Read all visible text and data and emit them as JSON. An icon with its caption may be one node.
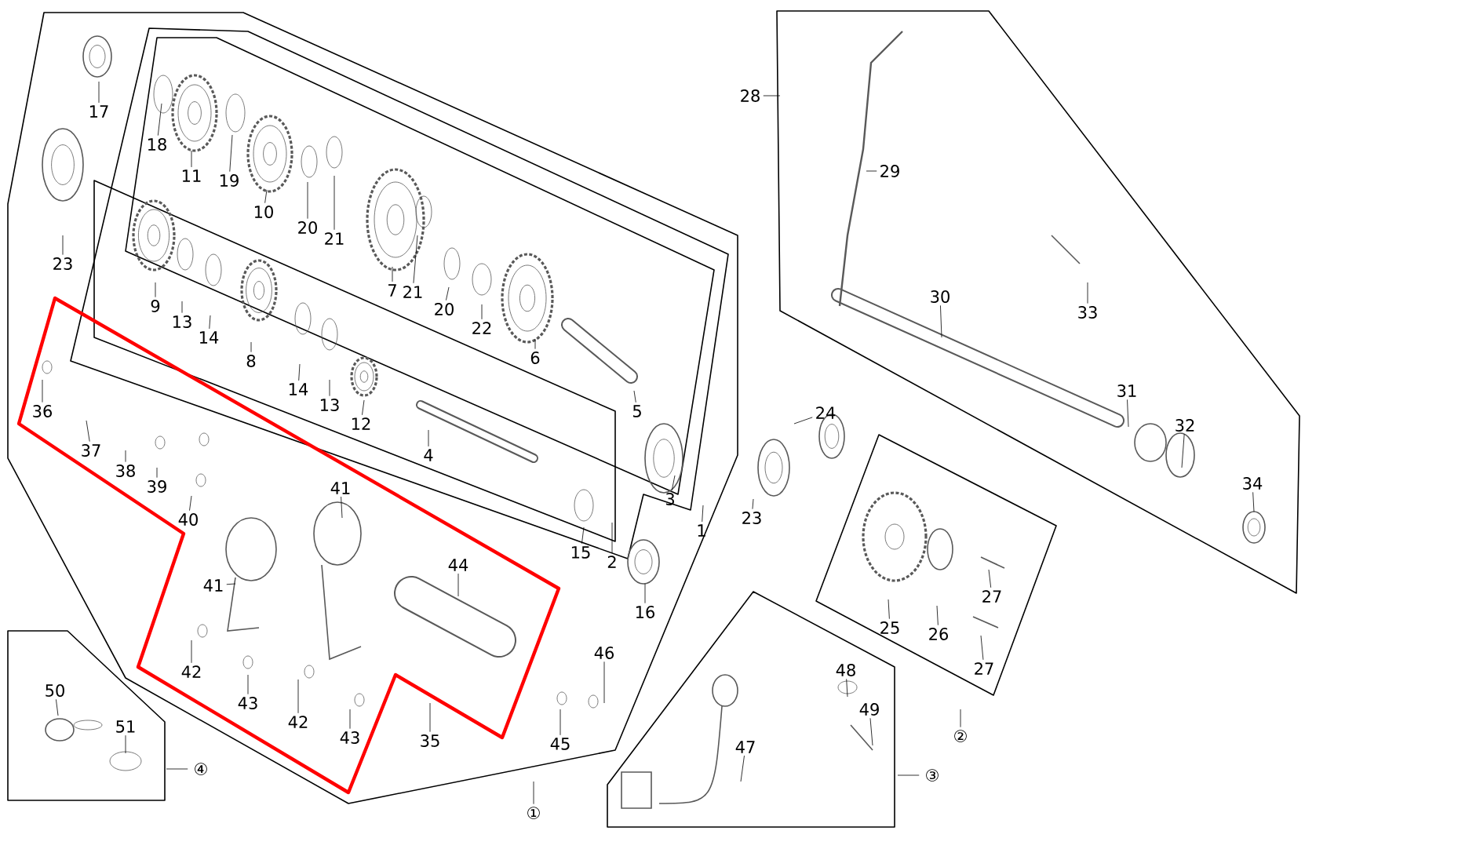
{
  "diagram": {
    "nodes": [
      {
        "text": [
          "17"
        ]
      },
      {
        "text": [
          "18"
        ]
      },
      {
        "text": [
          "11"
        ]
      },
      {
        "text": [
          "19"
        ]
      },
      {
        "text": [
          "10"
        ]
      },
      {
        "text": [
          "20"
        ]
      },
      {
        "text": [
          "21"
        ]
      },
      {
        "text": [
          "23"
        ]
      },
      {
        "text": [
          "7"
        ]
      },
      {
        "text": [
          "21"
        ]
      },
      {
        "text": [
          "20"
        ]
      },
      {
        "text": [
          "22"
        ]
      },
      {
        "text": [
          "9"
        ]
      },
      {
        "text": [
          "13"
        ]
      },
      {
        "text": [
          "14"
        ]
      },
      {
        "text": [
          "8"
        ]
      },
      {
        "text": [
          "6"
        ]
      },
      {
        "text": [
          "14"
        ]
      },
      {
        "text": [
          "13"
        ]
      },
      {
        "text": [
          "5"
        ]
      },
      {
        "text": [
          "36"
        ]
      },
      {
        "text": [
          "12"
        ]
      },
      {
        "text": [
          "37"
        ]
      },
      {
        "text": [
          "38"
        ]
      },
      {
        "text": [
          "39"
        ]
      },
      {
        "text": [
          "4"
        ]
      },
      {
        "text": [
          "40"
        ]
      },
      {
        "text": [
          "41"
        ]
      },
      {
        "text": [
          "3"
        ]
      },
      {
        "text": [
          "1"
        ]
      },
      {
        "text": [
          "15"
        ]
      },
      {
        "text": [
          "2"
        ]
      },
      {
        "text": [
          "41"
        ]
      },
      {
        "text": [
          "44"
        ]
      },
      {
        "text": [
          "16"
        ]
      },
      {
        "text": [
          "46"
        ]
      },
      {
        "text": [
          "42"
        ]
      },
      {
        "text": [
          "43"
        ]
      },
      {
        "text": [
          "42"
        ]
      },
      {
        "text": [
          "43"
        ]
      },
      {
        "text": [
          "35"
        ]
      },
      {
        "text": [
          "45"
        ]
      },
      {
        "text": [
          "50"
        ]
      },
      {
        "text": [
          "51"
        ]
      },
      {
        "text": [
          "④"
        ]
      },
      {
        "text": [
          "①"
        ]
      },
      {
        "text": [
          "28"
        ]
      },
      {
        "text": [
          "29"
        ]
      },
      {
        "text": [
          "30"
        ]
      },
      {
        "text": [
          "33"
        ]
      },
      {
        "text": [
          "31"
        ]
      },
      {
        "text": [
          "24"
        ]
      },
      {
        "text": [
          "23"
        ]
      },
      {
        "text": [
          "32"
        ]
      },
      {
        "text": [
          "34"
        ]
      },
      {
        "text": [
          "27"
        ]
      },
      {
        "text": [
          "25"
        ]
      },
      {
        "text": [
          "26"
        ]
      },
      {
        "text": [
          "27"
        ]
      },
      {
        "text": [
          "48"
        ]
      },
      {
        "text": [
          "49"
        ]
      },
      {
        "text": [
          "②"
        ]
      },
      {
        "text": [
          "47"
        ]
      },
      {
        "text": [
          "③"
        ]
      }
    ],
    "edges": [
      {
        "from": 0,
        "to": null,
        "arrow": "none"
      },
      {
        "from": 1,
        "to": null,
        "arrow": "none"
      },
      {
        "from": 2,
        "to": null,
        "arrow": "none"
      },
      {
        "from": 3,
        "to": null,
        "arrow": "none"
      },
      {
        "from": 4,
        "to": null,
        "arrow": "none"
      },
      {
        "from": 5,
        "to": null,
        "arrow": "none"
      },
      {
        "from": 6,
        "to": null,
        "arrow": "none"
      },
      {
        "from": 7,
        "to": null,
        "arrow": "none"
      },
      {
        "from": 8,
        "to": null,
        "arrow": "none"
      },
      {
        "from": 9,
        "to": null,
        "arrow": "none"
      },
      {
        "from": 10,
        "to": null,
        "arrow": "none"
      },
      {
        "from": 11,
        "to": null,
        "arrow": "none"
      },
      {
        "from": 12,
        "to": null,
        "arrow": "none"
      },
      {
        "from": 13,
        "to": null,
        "arrow": "none"
      },
      {
        "from": 14,
        "to": null,
        "arrow": "none"
      },
      {
        "from": 15,
        "to": null,
        "arrow": "none"
      },
      {
        "from": 16,
        "to": null,
        "arrow": "none"
      },
      {
        "from": 17,
        "to": null,
        "arrow": "none"
      },
      {
        "from": 18,
        "to": null,
        "arrow": "none"
      },
      {
        "from": 19,
        "to": null,
        "arrow": "none"
      },
      {
        "from": 20,
        "to": null,
        "arrow": "none"
      },
      {
        "from": 21,
        "to": null,
        "arrow": "none"
      },
      {
        "from": 22,
        "to": null,
        "arrow": "none"
      },
      {
        "from": 23,
        "to": null,
        "arrow": "none"
      },
      {
        "from": 24,
        "to": null,
        "arrow": "none"
      },
      {
        "from": 25,
        "to": null,
        "arrow": "none"
      },
      {
        "from": 26,
        "to": null,
        "arrow": "none"
      },
      {
        "from": 27,
        "to": null,
        "arrow": "none"
      },
      {
        "from": 28,
        "to": null,
        "arrow": "none"
      },
      {
        "from": 29,
        "to": null,
        "arrow": "none"
      },
      {
        "from": 30,
        "to": null,
        "arrow": "none"
      },
      {
        "from": 31,
        "to": null,
        "arrow": "none"
      },
      {
        "from": 32,
        "to": null,
        "arrow": "none"
      },
      {
        "from": 33,
        "to": null,
        "arrow": "none"
      },
      {
        "from": 34,
        "to": null,
        "arrow": "none"
      },
      {
        "from": 35,
        "to": null,
        "arrow": "none"
      },
      {
        "from": 36,
        "to": null,
        "arrow": "none"
      },
      {
        "from": 37,
        "to": null,
        "arrow": "none"
      },
      {
        "from": 38,
        "to": null,
        "arrow": "none"
      },
      {
        "from": 39,
        "to": null,
        "arrow": "none"
      },
      {
        "from": 40,
        "to": null,
        "arrow": "none"
      },
      {
        "from": 41,
        "to": null,
        "arrow": "none"
      },
      {
        "from": 42,
        "to": null,
        "arrow": "none"
      },
      {
        "from": 43,
        "to": null,
        "arrow": "none"
      },
      {
        "from": 44,
        "to": null,
        "arrow": "none"
      },
      {
        "from": 45,
        "to": null,
        "arrow": "none"
      },
      {
        "from": 46,
        "to": null,
        "arrow": "none"
      },
      {
        "from": 47,
        "to": null,
        "arrow": "none"
      },
      {
        "from": 48,
        "to": null,
        "arrow": "none"
      },
      {
        "from": 49,
        "to": null,
        "arrow": "none"
      },
      {
        "from": 50,
        "to": null,
        "arrow": "none"
      },
      {
        "from": 51,
        "to": null,
        "arrow": "none"
      },
      {
        "from": 52,
        "to": null,
        "arrow": "none"
      },
      {
        "from": 53,
        "to": null,
        "arrow": "none"
      },
      {
        "from": 54,
        "to": null,
        "arrow": "none"
      },
      {
        "from": 55,
        "to": null,
        "arrow": "none"
      },
      {
        "from": 56,
        "to": null,
        "arrow": "none"
      },
      {
        "from": 57,
        "to": null,
        "arrow": "none"
      },
      {
        "from": 58,
        "to": null,
        "arrow": "none"
      },
      {
        "from": 59,
        "to": null,
        "arrow": "none"
      },
      {
        "from": 60,
        "to": null,
        "arrow": "none"
      },
      {
        "from": 61,
        "to": null,
        "arrow": "none"
      },
      {
        "from": 62,
        "to": null,
        "arrow": "none"
      },
      {
        "from": 63,
        "to": null,
        "arrow": "none"
      }
    ]
  }
}
